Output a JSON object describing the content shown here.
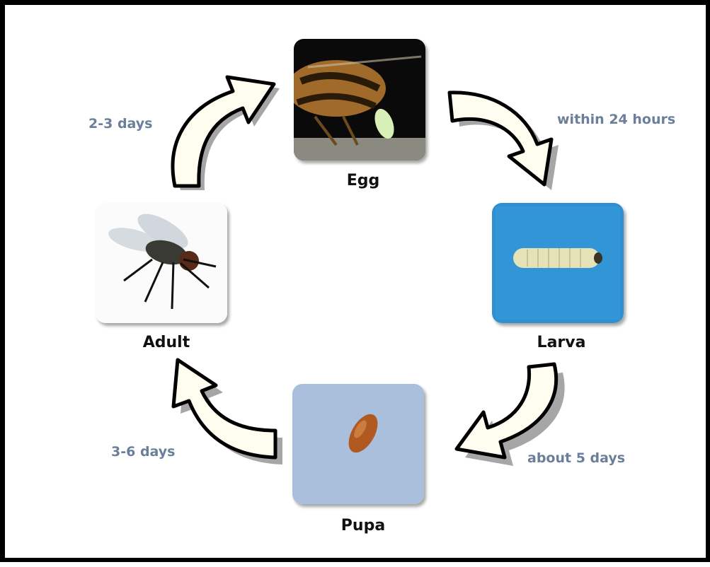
{
  "stages": {
    "egg": {
      "label": "Egg"
    },
    "larva": {
      "label": "Larva"
    },
    "pupa": {
      "label": "Pupa"
    },
    "adult": {
      "label": "Adult"
    }
  },
  "durations": {
    "egg_to_larva": "within 24 hours",
    "larva_to_pupa": "about 5 days",
    "pupa_to_adult": "3-6 days",
    "adult_to_egg": "2-3 days"
  },
  "colors": {
    "duration_text": "#6b7f9a",
    "arrow_fill": "#fffdf0",
    "arrow_shadow": "#a6a6a6",
    "larva_background": "#2f8fd0",
    "pupa_background": "#a9bfdc"
  }
}
